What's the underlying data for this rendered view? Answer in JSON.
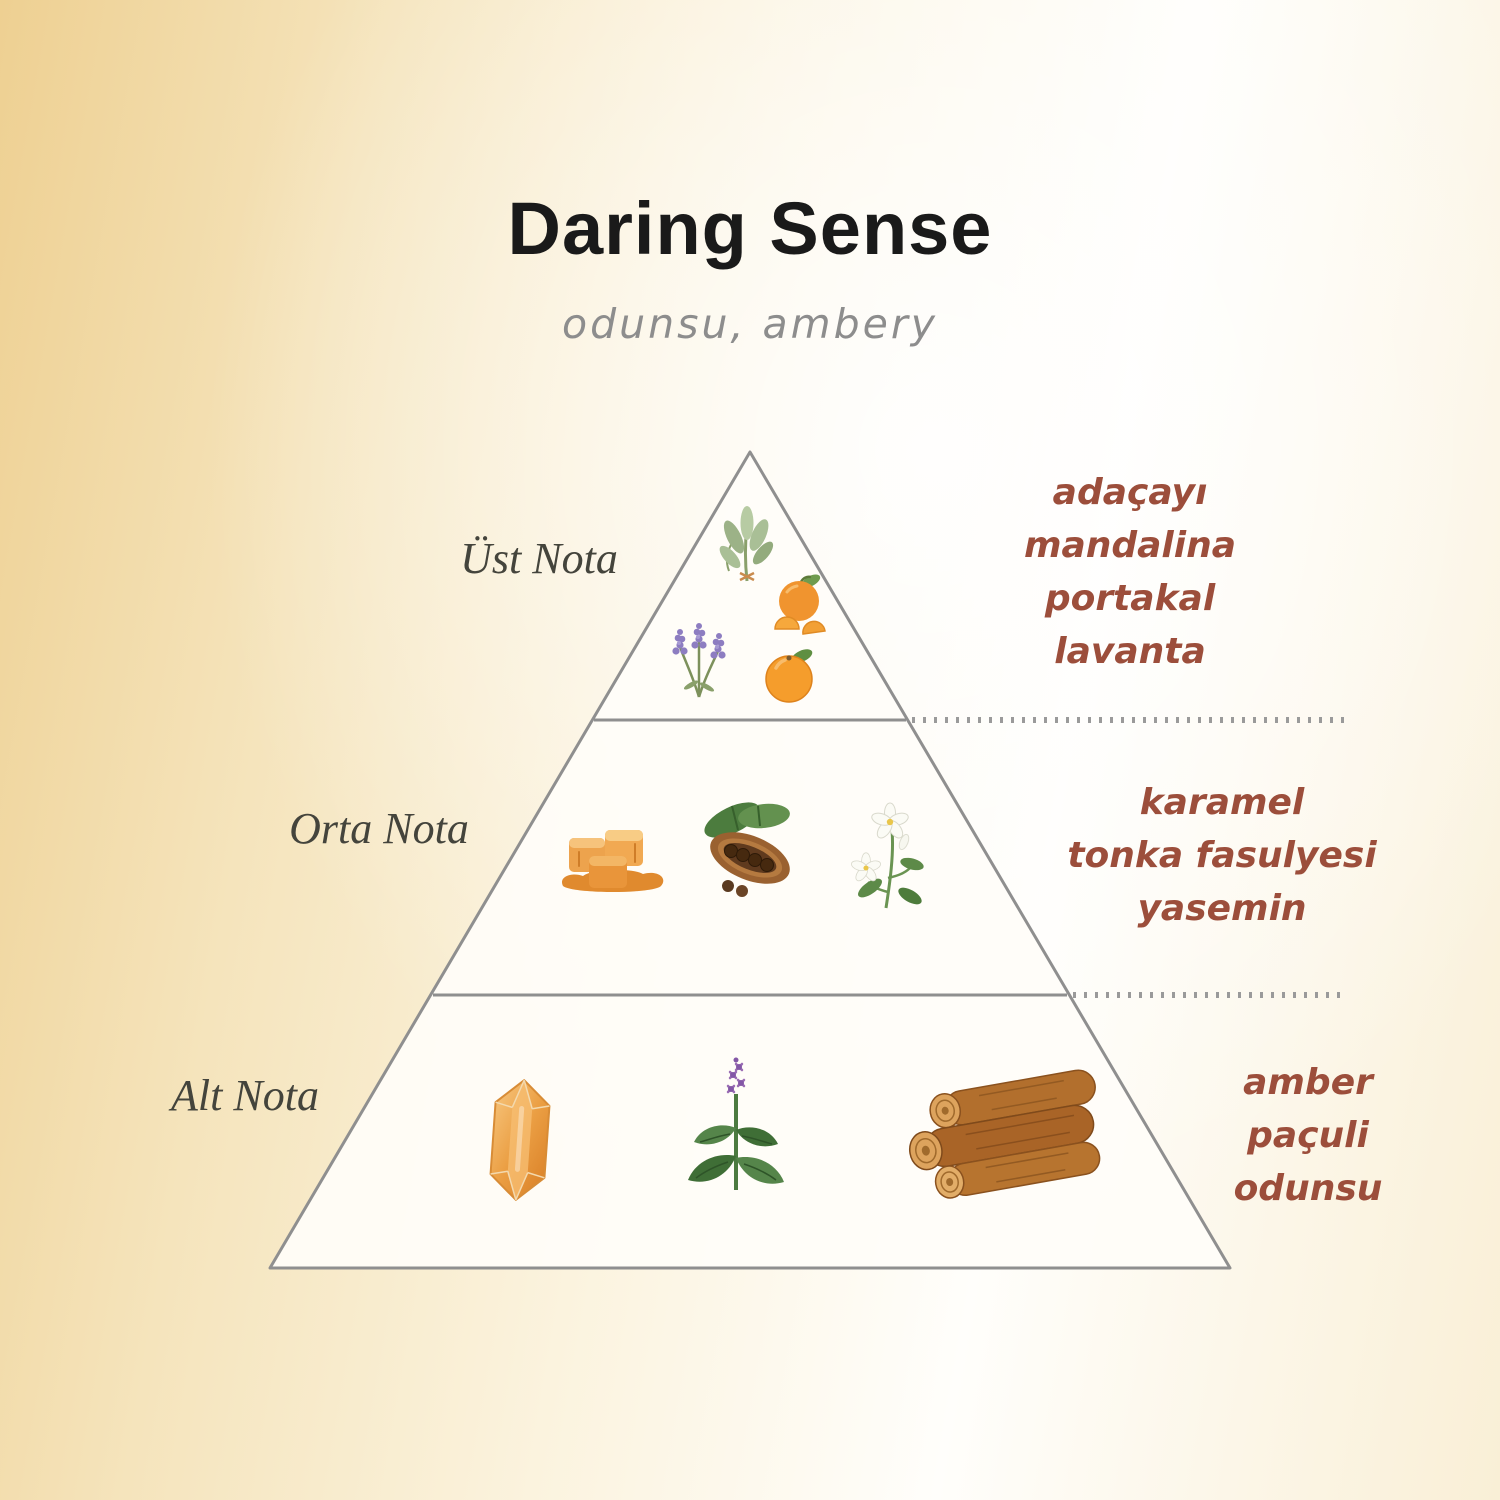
{
  "title": "Daring Sense",
  "subtitle": "odunsu, ambery",
  "tiers": [
    {
      "label": "Üst Nota",
      "notes": [
        "adaçayı",
        "mandalina",
        "portakal",
        "lavanta"
      ],
      "icons": [
        "sage-icon",
        "mandarin-icon",
        "lavender-icon",
        "orange-icon"
      ]
    },
    {
      "label": "Orta Nota",
      "notes": [
        "karamel",
        "tonka fasulyesi",
        "yasemin"
      ],
      "icons": [
        "caramel-icon",
        "cocoa-pod-icon",
        "jasmine-icon"
      ]
    },
    {
      "label": "Alt Nota",
      "notes": [
        "amber",
        "paçuli",
        "odunsu"
      ],
      "icons": [
        "amber-crystal-icon",
        "patchouli-icon",
        "wood-logs-icon"
      ]
    }
  ],
  "colors": {
    "note_text": "#9c4e3b",
    "line_gray": "#8f8f8f",
    "background_gold": "#eed092",
    "title_text": "#1a1a1a",
    "subtitle_text": "#8d8d8d"
  }
}
